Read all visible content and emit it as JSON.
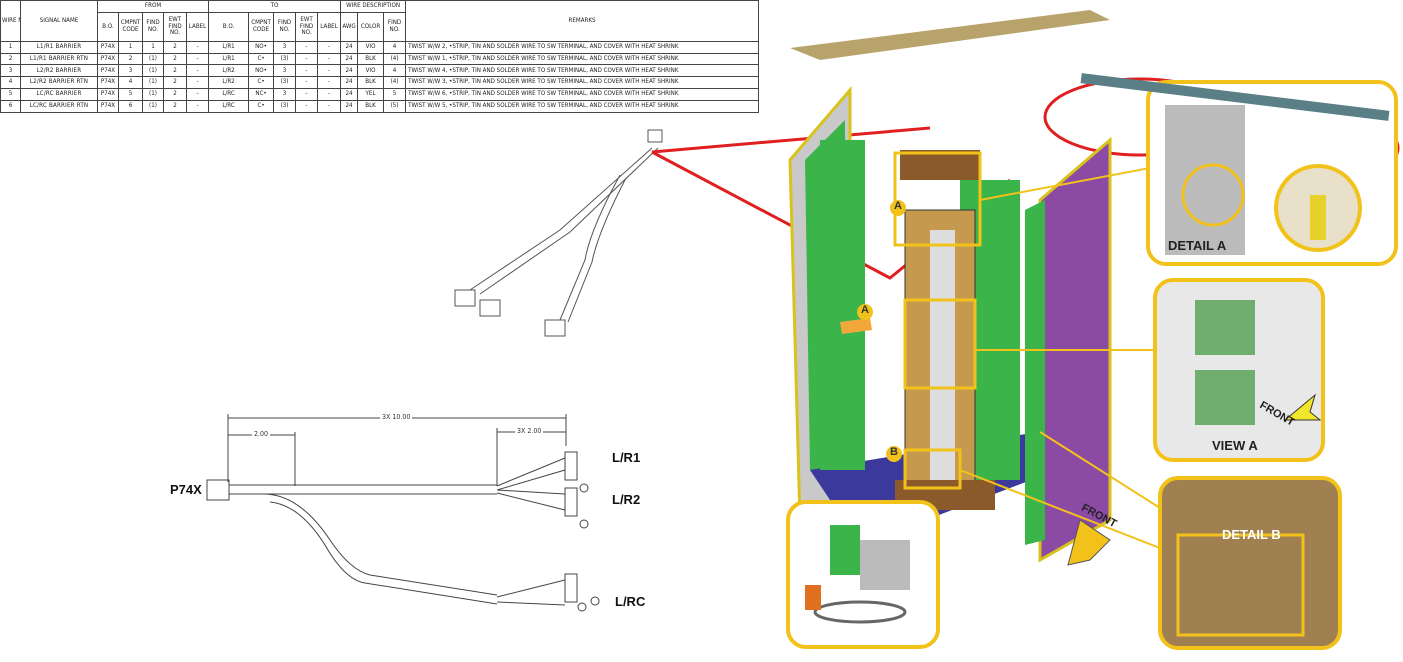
{
  "table": {
    "group_headers": {
      "from": "FROM",
      "to": "TO",
      "wire_desc": "WIRE DESCRIPTION"
    },
    "columns": {
      "wire_no": "WIRE NO.",
      "signal_name": "SIGNAL NAME",
      "from_bo": "B.O.",
      "from_cmpnt": "CMPNT CODE",
      "from_find": "FIND NO.",
      "from_ewt": "EWT FIND NO.",
      "from_label": "LABEL",
      "to_bo": "B.O.",
      "to_cmpnt": "CMPNT CODE",
      "to_find": "FIND NO.",
      "to_ewt": "EWT FIND NO.",
      "to_label": "LABEL",
      "awg": "AWG",
      "color": "COLOR",
      "find": "FIND NO.",
      "remarks": "REMARKS"
    },
    "rows": [
      [
        "1",
        "L1/R1 BARRIER",
        "P74X",
        "1",
        "1",
        "2",
        "-",
        "L/R1",
        "NO•",
        "3",
        "-",
        "-",
        "24",
        "VIO",
        "4",
        "TWIST W/W 2, •STRIP, TIN AND SOLDER WIRE TO SW TERMINAL, AND COVER WITH HEAT SHRINK"
      ],
      [
        "2",
        "L1/R1 BARRIER RTN",
        "P74X",
        "2",
        "(1)",
        "2",
        "-",
        "L/R1",
        "C•",
        "(3)",
        "-",
        "-",
        "24",
        "BLK",
        "(4)",
        "TWIST W/W 1, •STRIP, TIN AND SOLDER WIRE TO SW TERMINAL, AND COVER WITH HEAT SHRINK"
      ],
      [
        "3",
        "L2/R2 BARRIER",
        "P74X",
        "3",
        "(1)",
        "2",
        "-",
        "L/R2",
        "NO•",
        "3",
        "-",
        "-",
        "24",
        "VIO",
        "4",
        "TWIST W/W 4, •STRIP, TIN AND SOLDER WIRE TO SW TERMINAL, AND COVER WITH HEAT SHRINK"
      ],
      [
        "4",
        "L2/R2 BARRIER RTN",
        "P74X",
        "4",
        "(1)",
        "2",
        "-",
        "L/R2",
        "C•",
        "(3)",
        "-",
        "-",
        "24",
        "BLK",
        "(4)",
        "TWIST W/W 3, •STRIP, TIN AND SOLDER WIRE TO SW TERMINAL, AND COVER WITH HEAT SHRINK"
      ],
      [
        "5",
        "LC/RC BARRIER",
        "P74X",
        "5",
        "(1)",
        "2",
        "-",
        "L/RC",
        "NC•",
        "3",
        "-",
        "-",
        "24",
        "YEL",
        "5",
        "TWIST W/W 6, •STRIP, TIN AND SOLDER WIRE TO SW TERMINAL, AND COVER WITH HEAT SHRINK"
      ],
      [
        "6",
        "LC/RC BARRIER RTN",
        "P74X",
        "6",
        "(1)",
        "2",
        "-",
        "L/RC",
        "C•",
        "(3)",
        "-",
        "-",
        "24",
        "BLK",
        "(5)",
        "TWIST W/W 5, •STRIP, TIN AND SOLDER WIRE TO SW TERMINAL, AND COVER WITH HEAT SHRINK"
      ]
    ]
  },
  "harness": {
    "connector": "P74X",
    "switches": [
      "L/R1",
      "L/R2",
      "L/RC"
    ],
    "dimensions": {
      "overall": "3X 10.00",
      "breakout": "2.00",
      "leads": "3X 2.00"
    }
  },
  "illustration": {
    "callout_a1": "A",
    "callout_a2": "A",
    "callout_b": "B",
    "detail_a": "DETAIL A",
    "view_a": "VIEW A",
    "detail_b": "DETAIL B",
    "front_1": "FRONT",
    "front_2": "FRONT"
  },
  "colors": {
    "highlight": "#f2c21b",
    "annotation": "#e02020",
    "pcb": "#3bb54a",
    "frame": "#c8c8c8",
    "base": "#3b3a9c"
  }
}
